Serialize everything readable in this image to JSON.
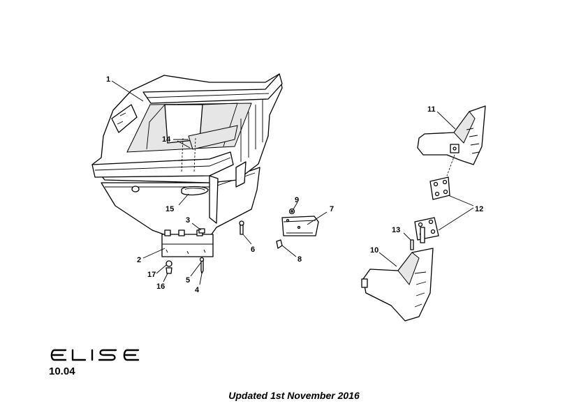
{
  "diagram": {
    "callouts": [
      "1",
      "2",
      "3",
      "4",
      "5",
      "6",
      "7",
      "8",
      "9",
      "10",
      "11",
      "12",
      "13",
      "14",
      "15",
      "16",
      "17"
    ]
  },
  "brand": {
    "logo_text": "ELISE"
  },
  "page_number": "10.04",
  "footer": {
    "updated": "Updated 1st November 2016"
  }
}
